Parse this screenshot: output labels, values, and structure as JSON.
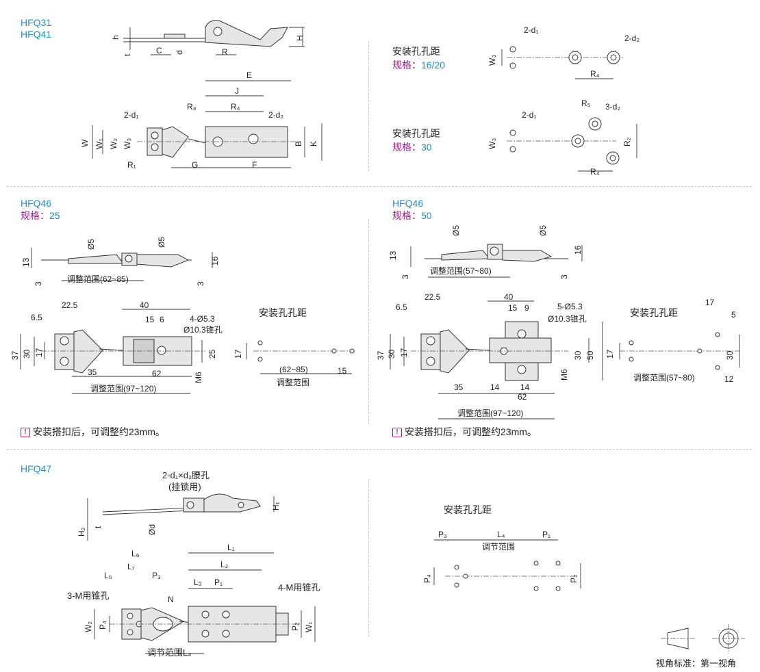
{
  "sections": {
    "hfq31_41": {
      "model_1": "HFQ31",
      "model_2": "HFQ41"
    },
    "pitch_16_20": {
      "title": "安装孔孔距",
      "spec_label": "规格：",
      "spec_value": "16/20"
    },
    "pitch_30": {
      "title": "安装孔孔距",
      "spec_label": "规格：",
      "spec_value": "30"
    },
    "hfq46_25": {
      "model": "HFQ46",
      "spec_label": "规格：",
      "spec_value": "25",
      "pitch_title": "安装孔孔距",
      "note": "安装搭扣后，可调整约23mm。"
    },
    "hfq46_50": {
      "model": "HFQ46",
      "spec_label": "规格：",
      "spec_value": "50",
      "pitch_title": "安装孔孔距",
      "note": "安装搭扣后，可调整约23mm。"
    },
    "hfq47": {
      "model": "HFQ47",
      "pitch_title": "安装孔孔距"
    }
  },
  "dims": {
    "hfq31": {
      "h": "h",
      "t": "t",
      "C": "C",
      "d": "d",
      "R": "R",
      "H": "H",
      "E": "E",
      "J": "J",
      "R3": "R₃",
      "R4": "R₄",
      "d1": "2-d₁",
      "d2": "2-d₂",
      "W": "W",
      "W1": "W₁",
      "W2": "W₂",
      "W3": "W₃",
      "B": "B",
      "K": "K",
      "R1": "R₁",
      "G": "G",
      "F": "F"
    },
    "p1620": {
      "d1": "2-d₁",
      "d2": "2-d₂",
      "W3": "W₃",
      "R4": "R₄"
    },
    "p30": {
      "d1": "2-d₁",
      "d2": "3-d₂",
      "W3": "W₃",
      "R5": "R₅",
      "R2": "R₂",
      "R4": "R₄"
    },
    "h25": {
      "phi5a": "Ø5",
      "phi5b": "Ø5",
      "v13": "13",
      "v16": "16",
      "v3a": "3",
      "v3b": "3",
      "adj_top": "调整范围(62~85)",
      "v22_5": "22.5",
      "v40": "40",
      "v6_5": "6.5",
      "v15": "15",
      "v6": "6",
      "holes": "4-Ø5.3",
      "cs": "Ø10.3锥孔",
      "v37": "37",
      "v30": "30",
      "v17": "17",
      "v25": "25",
      "m6": "M6",
      "v35": "35",
      "v62": "62",
      "adj_bot": "调整范围(97~120)",
      "p17": "17",
      "p6285": "(62~85)",
      "p15": "15",
      "padj": "调整范围"
    },
    "h50": {
      "phi5a": "Ø5",
      "phi5b": "Ø5",
      "v13": "13",
      "v16": "16",
      "v3a": "3",
      "v3b": "3",
      "adj_top": "调整范围(57~80)",
      "v22_5": "22.5",
      "v40": "40",
      "v6_5": "6.5",
      "v15": "15",
      "v9": "9",
      "holes": "5-Ø5.3",
      "cs": "Ø10.3锥孔",
      "v37": "37",
      "v30": "30",
      "v17": "17",
      "v30b": "30",
      "v50": "50",
      "m6": "M6",
      "v35": "35",
      "v14a": "14",
      "v14b": "14",
      "v62": "62",
      "adj_bot": "调整范围(97~120)",
      "p17": "17",
      "p17b": "17",
      "p5": "5",
      "p30": "30",
      "p12": "12",
      "padj": "调整范围(57~80)"
    },
    "h47": {
      "slot": "2-d₁×d₂腰孔",
      "lock": "(挂锁用)",
      "H1": "H₁",
      "H2": "H₂",
      "t": "t",
      "phid": "Ød",
      "L1": "L₁",
      "L2": "L₂",
      "L3": "L₃",
      "P1": "P₁",
      "L5": "L₅",
      "L6": "L₆",
      "L7": "L₇",
      "P3": "P₃",
      "m3": "3-M用锥孔",
      "m4": "4-M用锥孔",
      "N": "N",
      "W2": "W₂",
      "P4": "P₄",
      "P2": "P₂",
      "W1": "W₁",
      "adj": "调节范围L₄",
      "pP3": "P₃",
      "pL4": "L₄",
      "pP1": "P₁",
      "padj": "调节范围",
      "pP4": "P₄",
      "pP2": "P₂"
    }
  },
  "legend": {
    "text": "视角标准：第一视角"
  }
}
